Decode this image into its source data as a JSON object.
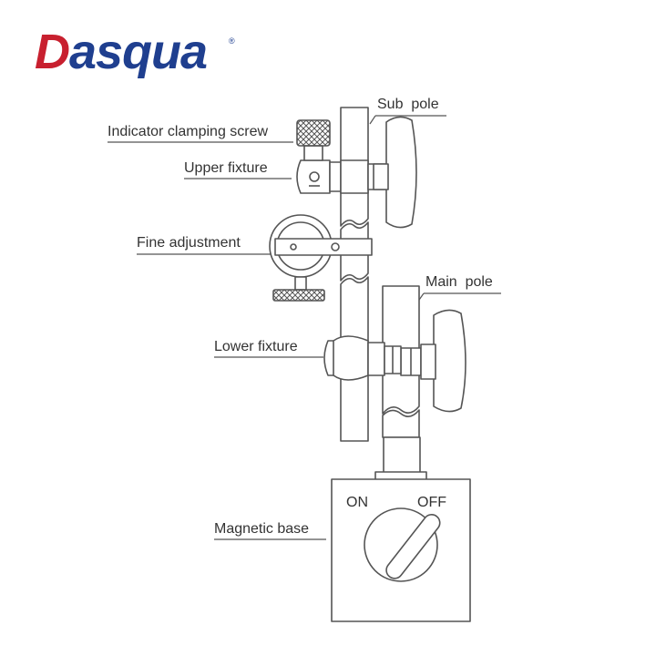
{
  "brand": {
    "first_letter": "D",
    "rest": "asqua",
    "registered_mark": "®",
    "colors": {
      "red": "#c8202f",
      "blue": "#1f3f8f"
    }
  },
  "labels": {
    "indicator_clamping_screw": "Indicator clamping screw",
    "upper_fixture": "Upper fixture",
    "fine_adjustment": "Fine adjustment",
    "lower_fixture": "Lower fixture",
    "magnetic_base": "Magnetic base",
    "sub_pole": "Sub  pole",
    "main_pole": "Main  pole"
  },
  "switch": {
    "on": "ON",
    "off": "OFF"
  },
  "line_color": "#555555"
}
